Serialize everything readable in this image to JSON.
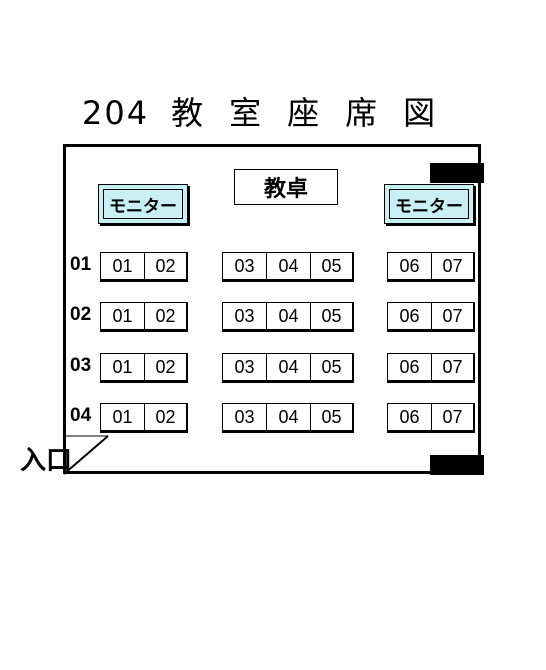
{
  "title": {
    "number": "204",
    "chars": [
      "教",
      "室",
      "座",
      "席",
      "図"
    ]
  },
  "podium_label": "教卓",
  "monitor_label": "モニター",
  "entrance_label": "入口",
  "rows": [
    {
      "label": "01",
      "groups": [
        [
          "01",
          "02"
        ],
        [
          "03",
          "04",
          "05"
        ],
        [
          "06",
          "07"
        ]
      ]
    },
    {
      "label": "02",
      "groups": [
        [
          "01",
          "02"
        ],
        [
          "03",
          "04",
          "05"
        ],
        [
          "06",
          "07"
        ]
      ]
    },
    {
      "label": "03",
      "groups": [
        [
          "01",
          "02"
        ],
        [
          "03",
          "04",
          "05"
        ],
        [
          "06",
          "07"
        ]
      ]
    },
    {
      "label": "04",
      "groups": [
        [
          "01",
          "02"
        ],
        [
          "03",
          "04",
          "05"
        ],
        [
          "06",
          "07"
        ]
      ]
    }
  ],
  "colors": {
    "monitor_fill": "#c8f0f4",
    "lines": "#000000"
  }
}
